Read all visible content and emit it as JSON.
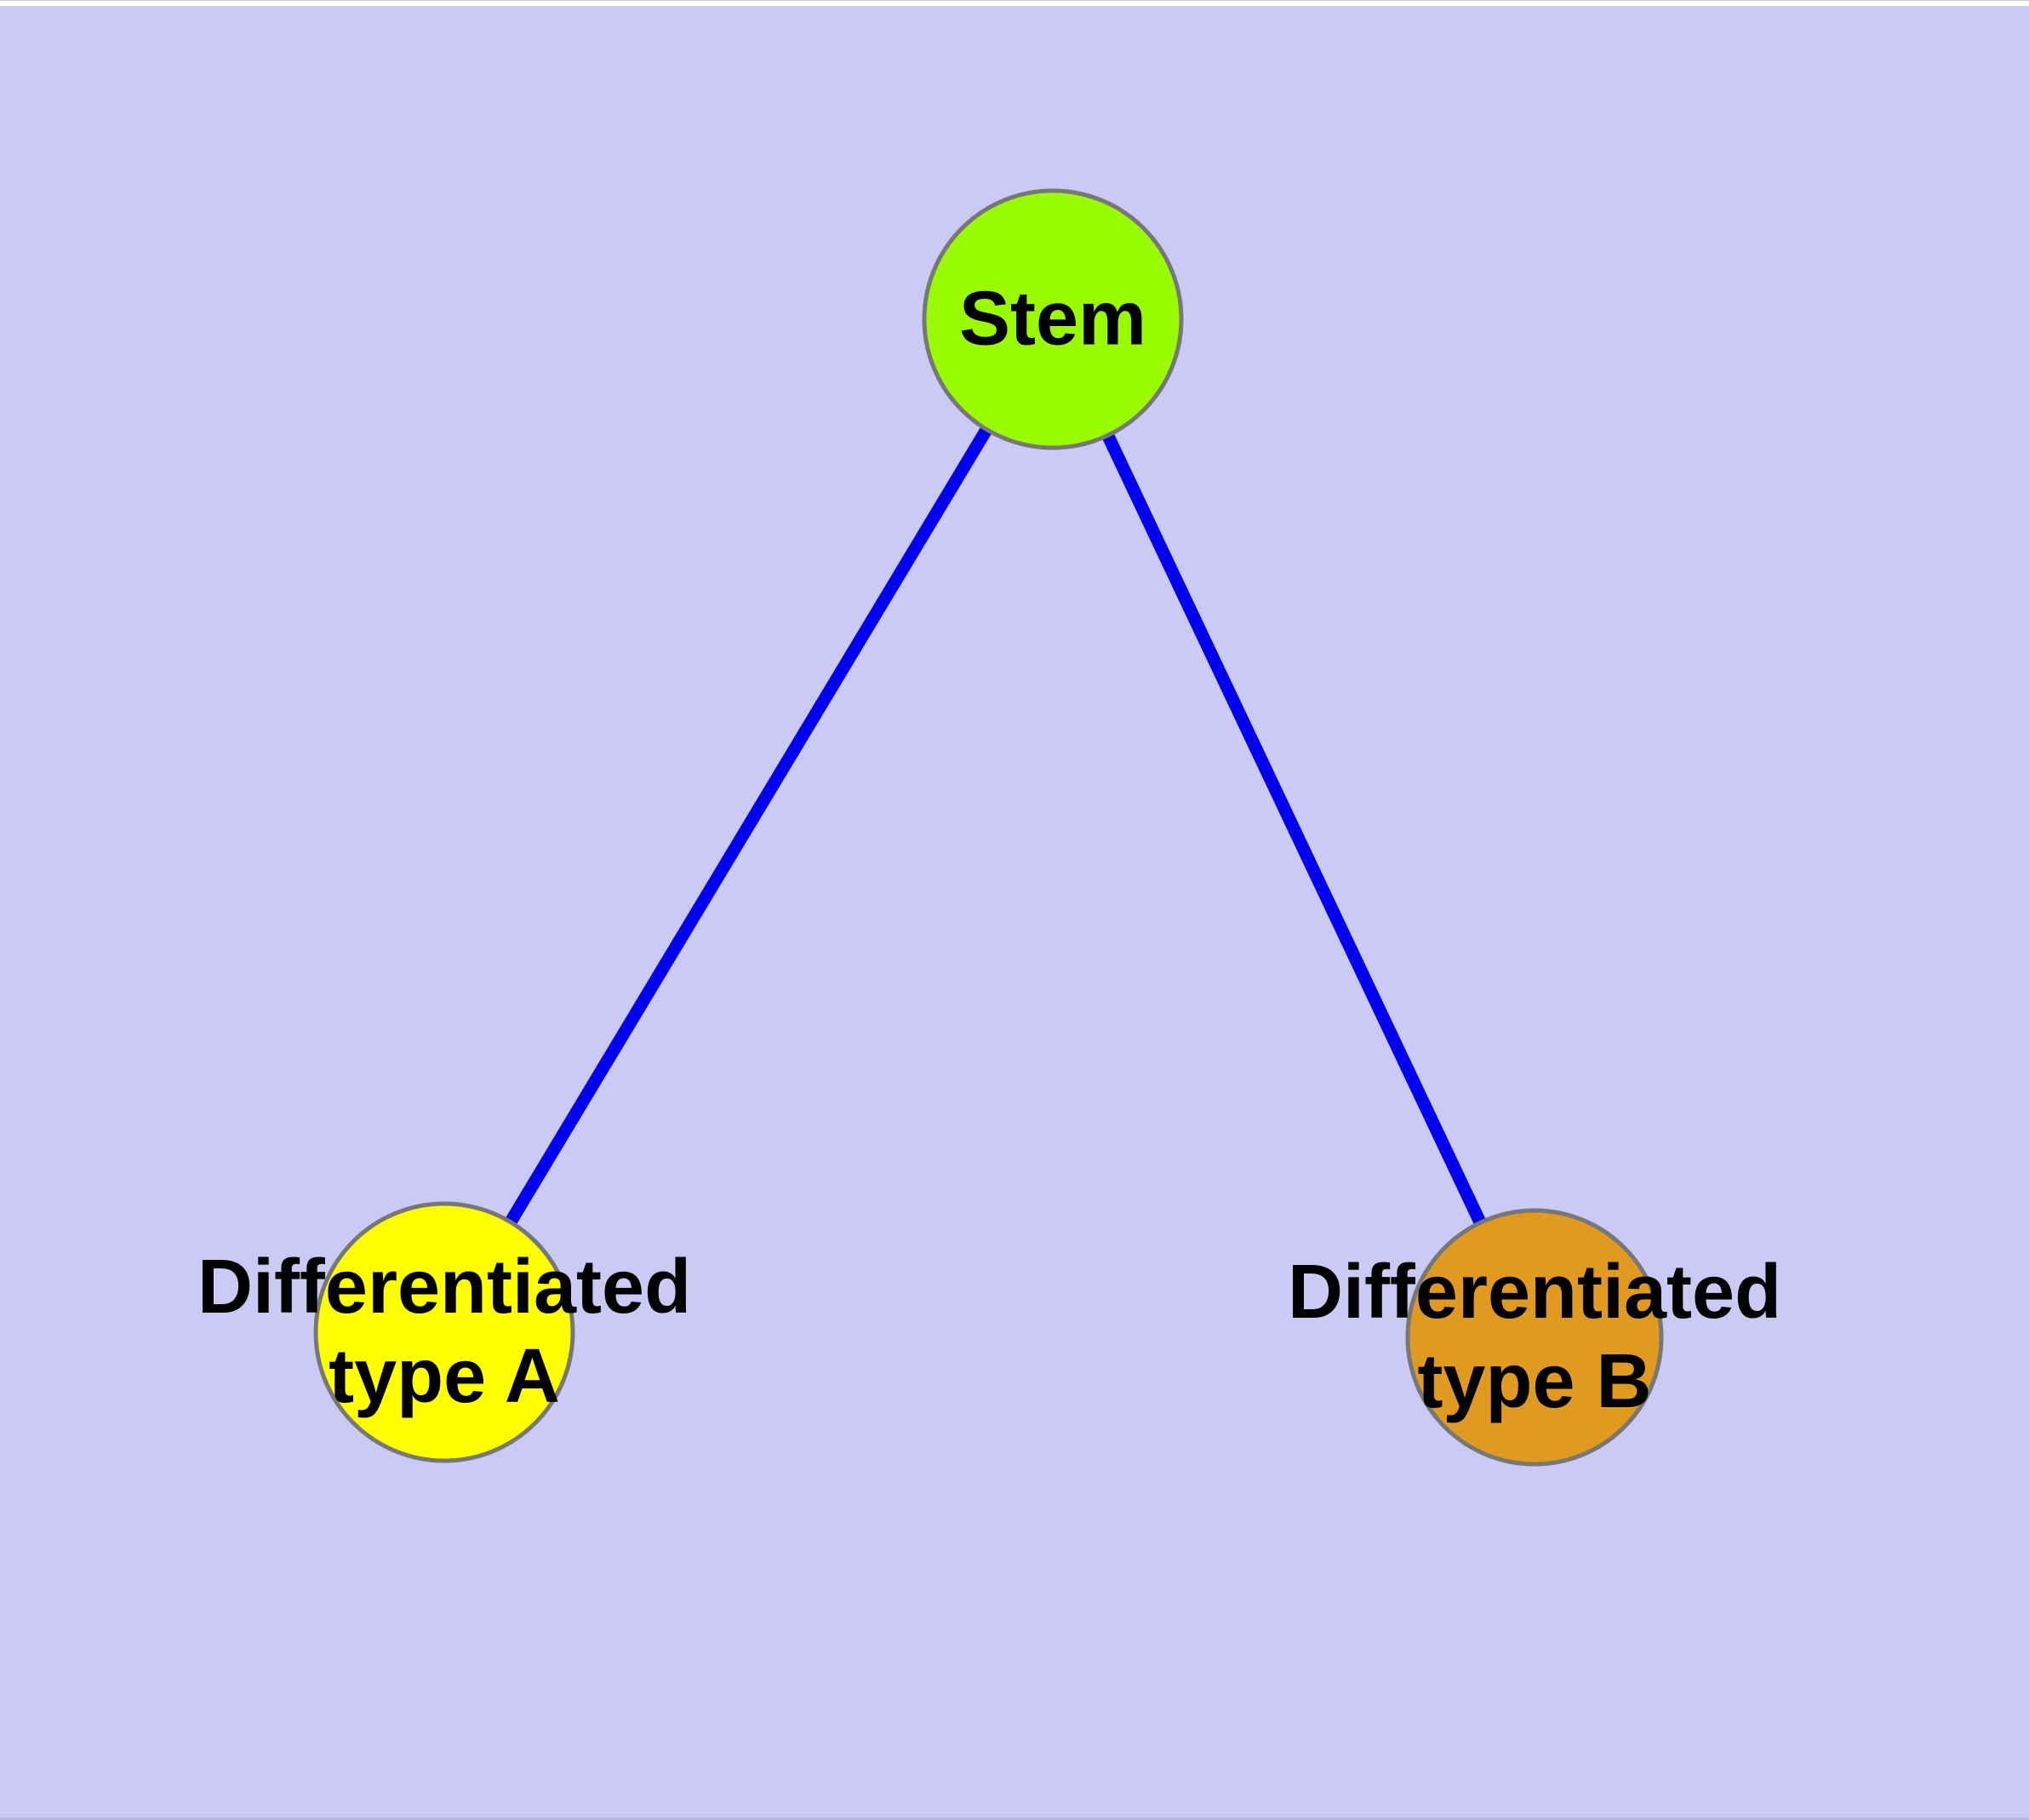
{
  "diagram": {
    "background_color": "#cacaf5",
    "edge_color": "#0000ee",
    "node_border_color": "#777777",
    "label_color": "#000000",
    "nodes": {
      "stem": {
        "label": "Stem",
        "color": "#9afb00"
      },
      "type_a": {
        "label": "Differentiated\ntype A",
        "color": "#ffff00"
      },
      "type_b": {
        "label": "Differentiated\ntype B",
        "color": "#e19a20"
      }
    },
    "edges": [
      {
        "from": "Stem",
        "to": "Differentiated type A"
      },
      {
        "from": "Stem",
        "to": "Differentiated type B"
      }
    ]
  }
}
